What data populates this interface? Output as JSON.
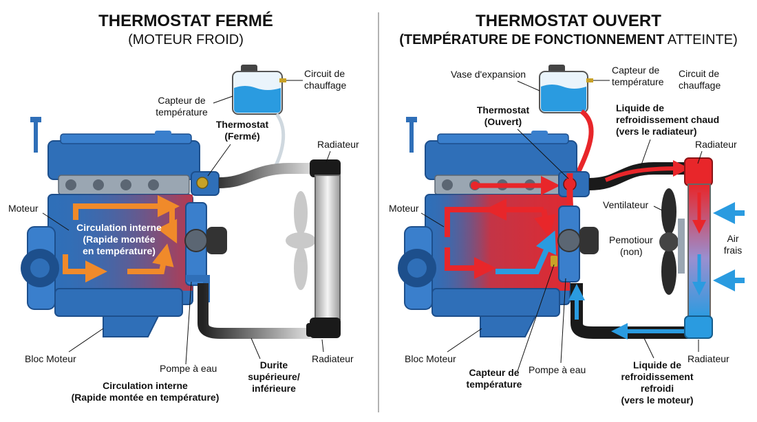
{
  "left": {
    "title": "THERMOSTAT FERMÉ",
    "subtitle": "(MOTEUR FROID)",
    "labels": {
      "capteur_line1": "Capteur de",
      "capteur_line2": "température",
      "circuit_line1": "Circuit de",
      "circuit_line2": "chauffage",
      "thermostat_line1": "Thermostat",
      "thermostat_line2": "(Fermé)",
      "radiateur_top": "Radiateur",
      "moteur": "Moteur",
      "interne_line1": "Circulation interne",
      "interne_line2": "(Rapide montée",
      "interne_line3": "en température)",
      "bloc": "Bloc Moteur",
      "pompe": "Pompe à eau",
      "bottom_line1": "Circulation interne",
      "bottom_line2": "(Rapide montée en température)",
      "durite_line1": "Durite",
      "durite_line2": "supérieure/",
      "durite_line3": "inférieure",
      "radiateur_bottom": "Radiateur"
    }
  },
  "right": {
    "title": "THERMOSTAT OUVERT",
    "subtitle_bold": "(TEMPÉRATURE DE FONCTIONNEMENT",
    "subtitle_rest": " ATTEINTE)",
    "labels": {
      "vase": "Vase d'expansion",
      "capteur_line1": "Capteur de",
      "capteur_line2": "température",
      "circuit_line1": "Circuit de",
      "circuit_line2": "chauffage",
      "thermostat_line1": "Thermostat",
      "thermostat_line2": "(Ouvert)",
      "chaud_line1": "Liquide de",
      "chaud_line2": "refroidissement chaud",
      "chaud_line3": "(vers le radiateur)",
      "radiateur_top": "Radiateur",
      "moteur": "Moteur",
      "ventilateur": "Ventilateur",
      "pemotiour_line1": "Pemotiour",
      "pemotiour_line2": "(non)",
      "air_line1": "Air",
      "air_line2": "frais",
      "bloc": "Bloc Moteur",
      "capteur_bottom_line1": "Capteur de",
      "capteur_bottom_line2": "température",
      "pompe": "Pompe à eau",
      "froid_line1": "Liquide de",
      "froid_line2": "refroidissement",
      "froid_line3": "refroidi",
      "froid_line4": "(vers le moteur)",
      "radiateur_bottom": "Radiateur"
    }
  },
  "colors": {
    "engine_blue": "#2f6fb8",
    "engine_dark": "#1d4f8c",
    "hot_red": "#e8262a",
    "cool_blue": "#2a9be0",
    "hose_black": "#1a1a1a",
    "orange_arrow": "#f08a2a"
  }
}
